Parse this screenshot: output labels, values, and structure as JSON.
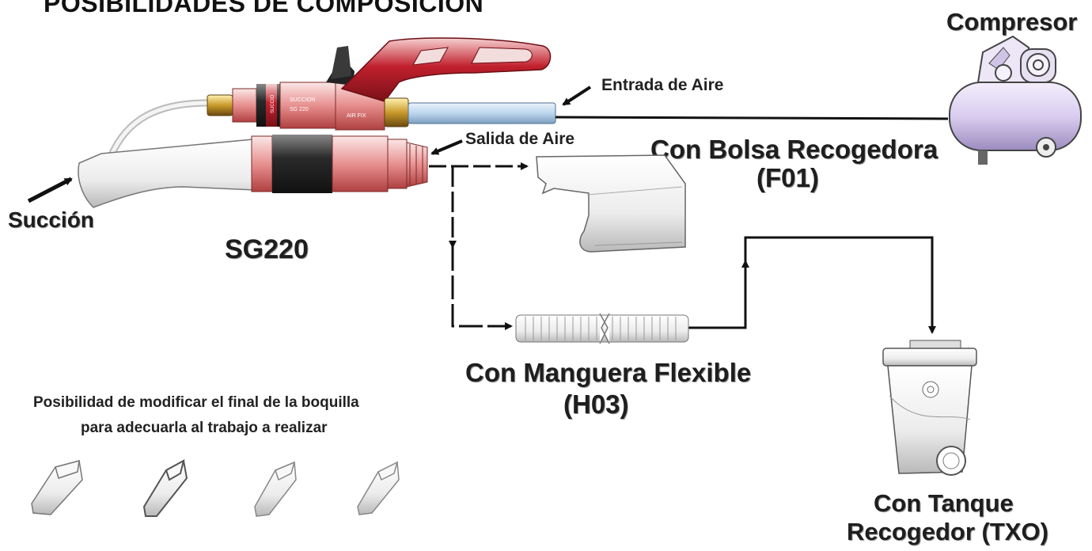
{
  "title": "POSIBILIDADES DE COMPOSICIÓN",
  "labels": {
    "compresor": "Compresor",
    "entrada": "Entrada de Aire",
    "salida": "Salida de Aire",
    "bolsa_line1": "Con Bolsa Recogedora",
    "bolsa_line2": "(F01)",
    "succion": "Succión",
    "model": "SG220",
    "manguera_line1": "Con Manguera Flexible",
    "manguera_line2": "(H03)",
    "tanque_line1": "Con Tanque",
    "tanque_line2": "Recogedor (TXO)",
    "caption_line1": "Posibilidad de modificar el final de la boquilla",
    "caption_line2": "para adecuarla al trabajo a realizar"
  },
  "device_markings": {
    "ring_left": "SUCCIO",
    "body_label_1": "SUCCION",
    "body_label_2": "SG 220",
    "airfix": "AIR FIX"
  },
  "colors": {
    "accent_red": "#c0202c",
    "compressor": "#d9cdf0",
    "hose_blue": "#bcd6ee"
  }
}
